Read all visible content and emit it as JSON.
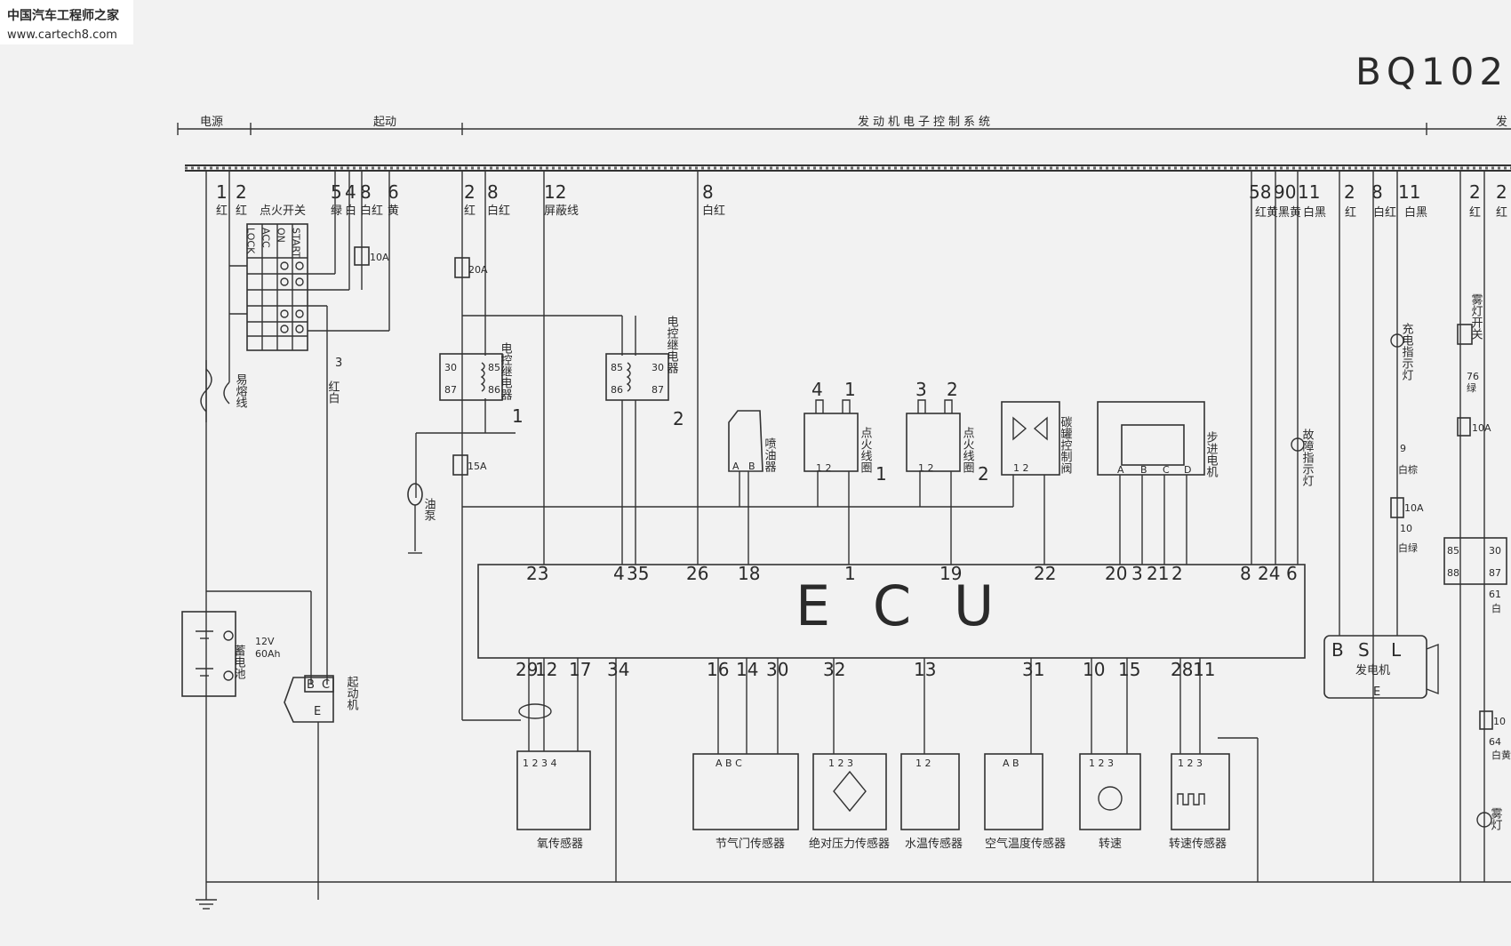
{
  "watermark": {
    "line1": "中国汽车工程师之家",
    "line2": "www.cartech8.com"
  },
  "model_code": "BQ102",
  "sections": {
    "power": "电源",
    "start": "起动",
    "engine_ecu": "发动机电子控制系统",
    "right_cut": "发"
  },
  "top_wires": {
    "w1": {
      "num": "1",
      "color": "红"
    },
    "w2": {
      "num": "2",
      "color": "红"
    },
    "w5": {
      "num": "5",
      "color": "绿"
    },
    "w4": {
      "num": "4",
      "color": "白"
    },
    "w8a": {
      "num": "8",
      "color": "白红"
    },
    "w6": {
      "num": "6",
      "color": "黄"
    },
    "w2b": {
      "num": "2",
      "color": "红"
    },
    "w8b": {
      "num": "8",
      "color": "白红"
    },
    "w12": {
      "num": "12",
      "color": "屏蔽线"
    },
    "w8c": {
      "num": "8",
      "color": "白红"
    },
    "w58": {
      "num": "58",
      "color": "红黄"
    },
    "w90": {
      "num": "90",
      "color": "黑黄"
    },
    "w11a": {
      "num": "11",
      "color": "白黑"
    },
    "w2c": {
      "num": "2",
      "color": "红"
    },
    "w8d": {
      "num": "8",
      "color": "白红"
    },
    "w11b": {
      "num": "11",
      "color": "白黑"
    },
    "w2d": {
      "num": "2",
      "color": "红"
    },
    "w2e": {
      "num": "2",
      "color": "红"
    }
  },
  "ignition_switch": {
    "title": "点火开关",
    "positions": [
      "LOCK",
      "ACC",
      "ON",
      "START"
    ]
  },
  "fuses": {
    "f10a": "10A",
    "f20a": "20A",
    "f15a": "15A",
    "f10a_2": "10A",
    "f10a_3": "10A",
    "f10a_4": "10"
  },
  "fusible_link": "易熔线",
  "battery": {
    "spec1": "12V",
    "spec2": "60Ah",
    "name": "蓄电池"
  },
  "starter": {
    "name": "起动机",
    "term_b": "B",
    "term_c": "C",
    "term_e": "E",
    "wire_num": "3",
    "wire_color": "红白"
  },
  "relay1": {
    "name": "电控继电器",
    "index": "1",
    "pins": [
      "30",
      "87",
      "85",
      "86"
    ]
  },
  "relay2": {
    "name": "电控继电器",
    "index": "2",
    "pins": [
      "85",
      "86",
      "30",
      "87"
    ]
  },
  "fuel_pump": "油泵",
  "injector": {
    "name": "喷油器",
    "pin_a": "A",
    "pin_b": "B"
  },
  "coil1": {
    "name": "点火线圈",
    "index": "1",
    "top_a": "4",
    "top_b": "1",
    "pins": "1 2"
  },
  "coil2": {
    "name": "点火线圈",
    "index": "2",
    "top_a": "3",
    "top_b": "2",
    "pins": "1 2"
  },
  "canister": {
    "name": "碳罐控制阀",
    "pins": "1 2"
  },
  "stepper": {
    "name": "步进电机",
    "pins": [
      "A",
      "B",
      "C",
      "D"
    ]
  },
  "fault_lamp": "故障指示灯",
  "ecu": {
    "label": "E C U",
    "top_pins": [
      "23",
      "4",
      "35",
      "26",
      "18",
      "1",
      "19",
      "22",
      "20",
      "3",
      "21",
      "2",
      "8",
      "24",
      "6"
    ],
    "bottom_pins": [
      "29",
      "12",
      "17",
      "34",
      "16",
      "14",
      "30",
      "32",
      "13",
      "31",
      "10",
      "15",
      "28",
      "11"
    ]
  },
  "sensors": {
    "oxygen": {
      "name": "氧传感器",
      "pins": "1 2 3 4"
    },
    "throttle": {
      "name": "节气门传感器",
      "pins": "A B C"
    },
    "map": {
      "name": "绝对压力传感器",
      "pins": "1 2 3"
    },
    "coolant": {
      "name": "水温传感器",
      "pins": "1 2"
    },
    "air_temp": {
      "name": "空气温度传感器",
      "pins": "A B"
    },
    "tach": {
      "name": "转速",
      "pins": "1 2 3"
    },
    "speed": {
      "name": "转速传感器",
      "pins": "1 2 3"
    }
  },
  "alternator": {
    "name": "发电机",
    "term_b": "B",
    "term_s": "S",
    "term_l": "L",
    "term_e": "E"
  },
  "charge_lamp": "充电指示灯",
  "right_side": {
    "fog_switch": "雾灯开关",
    "w76": {
      "num": "76",
      "color": "绿"
    },
    "w9": {
      "num": "9",
      "color": "白棕"
    },
    "w10": {
      "num": "10",
      "color": "白绿"
    },
    "relay_pins": [
      "85",
      "88",
      "30",
      "87"
    ],
    "w61": {
      "num": "61",
      "color": "白"
    },
    "w64": {
      "num": "64",
      "color": "白黄"
    },
    "fog_lamp": "雾灯"
  }
}
